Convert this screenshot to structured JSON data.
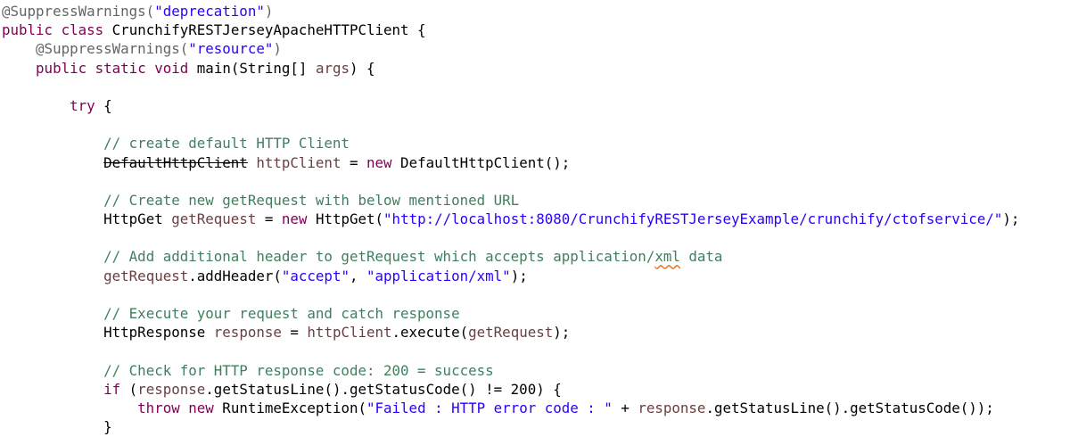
{
  "lines": [
    {
      "indent": "",
      "tokens": [
        {
          "t": "@SuppressWarnings(",
          "c": "ann"
        },
        {
          "t": "\"deprecation\"",
          "c": "str"
        },
        {
          "t": ")",
          "c": "ann"
        }
      ]
    },
    {
      "indent": "",
      "tokens": [
        {
          "t": "public",
          "c": "kw"
        },
        {
          "t": " "
        },
        {
          "t": "class",
          "c": "kw"
        },
        {
          "t": " CrunchifyRESTJerseyApacheHTTPClient {"
        }
      ]
    },
    {
      "indent": "    ",
      "tokens": [
        {
          "t": "@SuppressWarnings(",
          "c": "ann"
        },
        {
          "t": "\"resource\"",
          "c": "str"
        },
        {
          "t": ")",
          "c": "ann"
        }
      ]
    },
    {
      "indent": "    ",
      "tokens": [
        {
          "t": "public",
          "c": "kw"
        },
        {
          "t": " "
        },
        {
          "t": "static",
          "c": "kw"
        },
        {
          "t": " "
        },
        {
          "t": "void",
          "c": "kw"
        },
        {
          "t": " main(String[] "
        },
        {
          "t": "args",
          "c": "var"
        },
        {
          "t": ") {"
        }
      ]
    },
    {
      "indent": "",
      "tokens": []
    },
    {
      "indent": "        ",
      "tokens": [
        {
          "t": "try",
          "c": "kw"
        },
        {
          "t": " {"
        }
      ]
    },
    {
      "indent": "",
      "tokens": []
    },
    {
      "indent": "            ",
      "tokens": [
        {
          "t": "// create default HTTP Client",
          "c": "cmt"
        }
      ]
    },
    {
      "indent": "            ",
      "tokens": [
        {
          "t": "DefaultHttpClient",
          "c": "depr"
        },
        {
          "t": " "
        },
        {
          "t": "httpClient",
          "c": "var"
        },
        {
          "t": " = "
        },
        {
          "t": "new",
          "c": "kw"
        },
        {
          "t": " DefaultHttpClient();"
        }
      ]
    },
    {
      "indent": "",
      "tokens": []
    },
    {
      "indent": "            ",
      "tokens": [
        {
          "t": "// Create new getRequest with below mentioned URL",
          "c": "cmt"
        }
      ]
    },
    {
      "indent": "            ",
      "tokens": [
        {
          "t": "HttpGet "
        },
        {
          "t": "getRequest",
          "c": "var"
        },
        {
          "t": " = "
        },
        {
          "t": "new",
          "c": "kw"
        },
        {
          "t": " HttpGet("
        },
        {
          "t": "\"http://localhost:8080/CrunchifyRESTJerseyExample/crunchify/ctofservice/\"",
          "c": "str"
        },
        {
          "t": ");"
        }
      ]
    },
    {
      "indent": "",
      "tokens": []
    },
    {
      "indent": "            ",
      "tokens": [
        {
          "t": "// Add additional header to getRequest which accepts application/",
          "c": "cmt"
        },
        {
          "t": "xml",
          "c": "cmt typo"
        },
        {
          "t": " data",
          "c": "cmt"
        }
      ]
    },
    {
      "indent": "            ",
      "tokens": [
        {
          "t": "getRequest",
          "c": "var"
        },
        {
          "t": ".addHeader("
        },
        {
          "t": "\"accept\"",
          "c": "str"
        },
        {
          "t": ", "
        },
        {
          "t": "\"application/xml\"",
          "c": "str"
        },
        {
          "t": ");"
        }
      ]
    },
    {
      "indent": "",
      "tokens": []
    },
    {
      "indent": "            ",
      "tokens": [
        {
          "t": "// Execute your request and catch response",
          "c": "cmt"
        }
      ]
    },
    {
      "indent": "            ",
      "tokens": [
        {
          "t": "HttpResponse "
        },
        {
          "t": "response",
          "c": "var"
        },
        {
          "t": " = "
        },
        {
          "t": "httpClient",
          "c": "var"
        },
        {
          "t": ".execute("
        },
        {
          "t": "getRequest",
          "c": "var"
        },
        {
          "t": ");"
        }
      ]
    },
    {
      "indent": "",
      "tokens": []
    },
    {
      "indent": "            ",
      "tokens": [
        {
          "t": "// Check for HTTP response code: 200 = success",
          "c": "cmt"
        }
      ]
    },
    {
      "indent": "            ",
      "tokens": [
        {
          "t": "if",
          "c": "kw"
        },
        {
          "t": " ("
        },
        {
          "t": "response",
          "c": "var"
        },
        {
          "t": ".getStatusLine().getStatusCode() != 200) {"
        }
      ]
    },
    {
      "indent": "                ",
      "tokens": [
        {
          "t": "throw",
          "c": "kw"
        },
        {
          "t": " "
        },
        {
          "t": "new",
          "c": "kw"
        },
        {
          "t": " RuntimeException("
        },
        {
          "t": "\"Failed : HTTP error code : \"",
          "c": "str"
        },
        {
          "t": " + "
        },
        {
          "t": "response",
          "c": "var"
        },
        {
          "t": ".getStatusLine().getStatusCode());"
        }
      ]
    },
    {
      "indent": "            ",
      "tokens": [
        {
          "t": "}"
        }
      ]
    }
  ]
}
